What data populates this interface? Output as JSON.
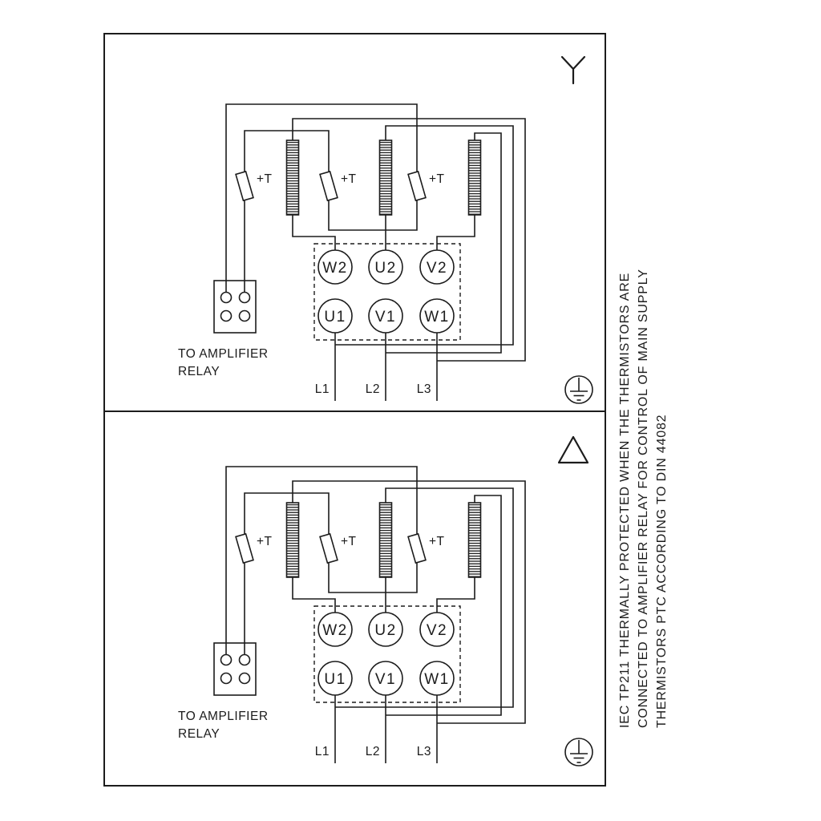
{
  "colors": {
    "ink": "#1c1c1c",
    "paper": "#ffffff"
  },
  "side_note": {
    "lines": [
      "IEC TP211 THERMALLY PROTECTED WHEN THE THERMISTORS ARE",
      "CONNECTED TO AMPLIFIER RELAY FOR CONTROL OF MAIN SUPPLY",
      "THERMISTORS PTC ACCORDING TO DIN 44082"
    ]
  },
  "panels": [
    {
      "connection": "star",
      "symbol_icon": "star-connection-icon",
      "terminals_top": [
        "W2",
        "U2",
        "V2"
      ],
      "terminals_bottom": [
        "U1",
        "V1",
        "W1"
      ],
      "thermistor_labels": [
        "+T",
        "+T",
        "+T"
      ],
      "relay_caption_line1": "TO AMPLIFIER",
      "relay_caption_line2": "RELAY",
      "supply_labels": [
        "L1",
        "L2",
        "L3"
      ],
      "ground_icon": "earth-ground-icon"
    },
    {
      "connection": "delta",
      "symbol_icon": "delta-connection-icon",
      "terminals_top": [
        "W2",
        "U2",
        "V2"
      ],
      "terminals_bottom": [
        "U1",
        "V1",
        "W1"
      ],
      "thermistor_labels": [
        "+T",
        "+T",
        "+T"
      ],
      "relay_caption_line1": "TO AMPLIFIER",
      "relay_caption_line2": "RELAY",
      "supply_labels": [
        "L1",
        "L2",
        "L3"
      ],
      "ground_icon": "earth-ground-icon"
    }
  ]
}
